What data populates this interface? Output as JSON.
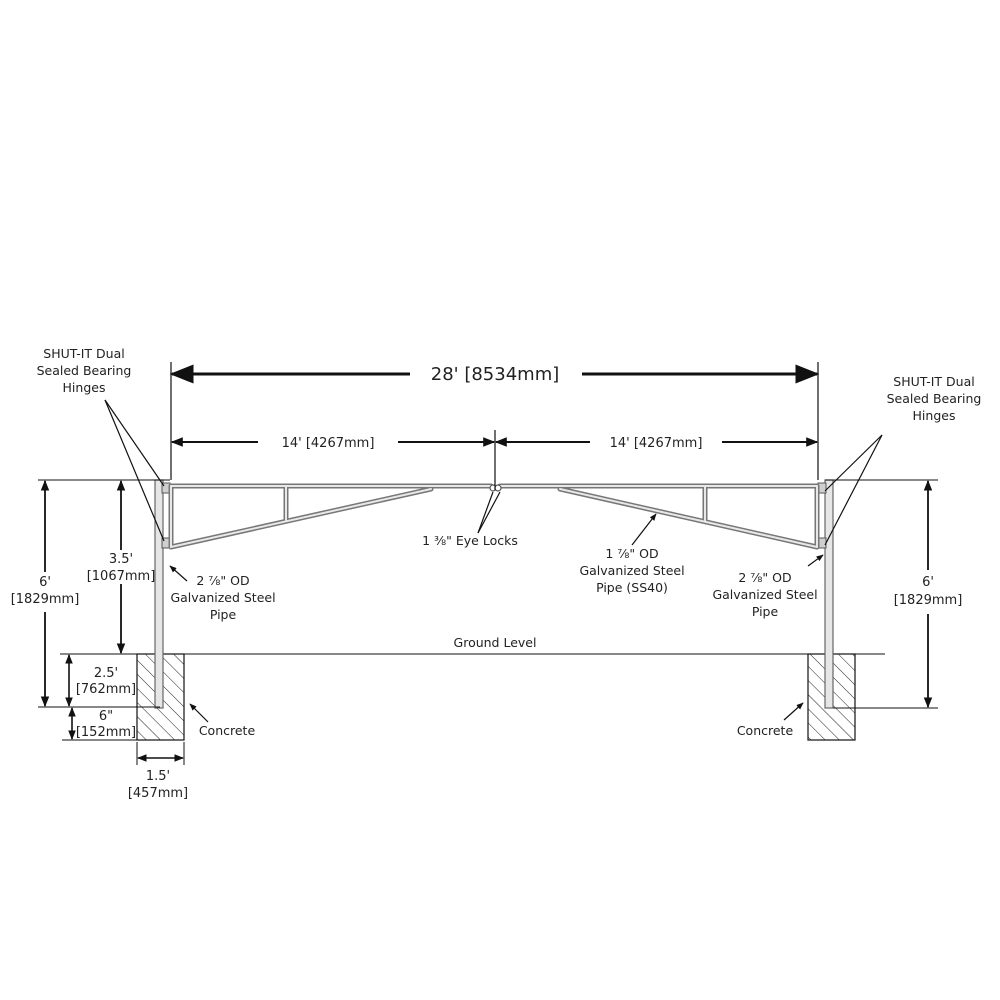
{
  "dimensions": {
    "overall": "28' [8534mm]",
    "left_half": "14' [4267mm]",
    "right_half": "14' [4267mm]",
    "left_height_ft": "6'",
    "left_height_mm": "[1829mm]",
    "rail_height_ft": "3.5'",
    "rail_height_mm": "[1067mm]",
    "embed_ft": "2.5'",
    "embed_mm": "[762mm]",
    "base_ft": "6\"",
    "base_mm": "[152mm]",
    "footing_width_ft": "1.5'",
    "footing_width_mm": "[457mm]",
    "right_height_ft": "6'",
    "right_height_mm": "[1829mm]"
  },
  "labels": {
    "hinges_left": [
      "SHUT-IT Dual",
      "Sealed Bearing",
      "Hinges"
    ],
    "hinges_right": [
      "SHUT-IT Dual",
      "Sealed Bearing",
      "Hinges"
    ],
    "eye_locks": "1 ⅜\" Eye Locks",
    "post_pipe_left": [
      "2 ⅞\" OD",
      "Galvanized Steel",
      "Pipe"
    ],
    "post_pipe_right": [
      "2 ⅞\" OD",
      "Galvanized Steel",
      "Pipe"
    ],
    "gate_pipe": [
      "1 ⅞\" OD",
      "Galvanized Steel",
      "Pipe (SS40)"
    ],
    "ground": "Ground Level",
    "concrete_left": "Concrete",
    "concrete_right": "Concrete"
  },
  "colors": {
    "line": "#111111",
    "pipe_stroke": "#777777",
    "pipe_fill": "#d9d9d9",
    "text": "#222222"
  }
}
